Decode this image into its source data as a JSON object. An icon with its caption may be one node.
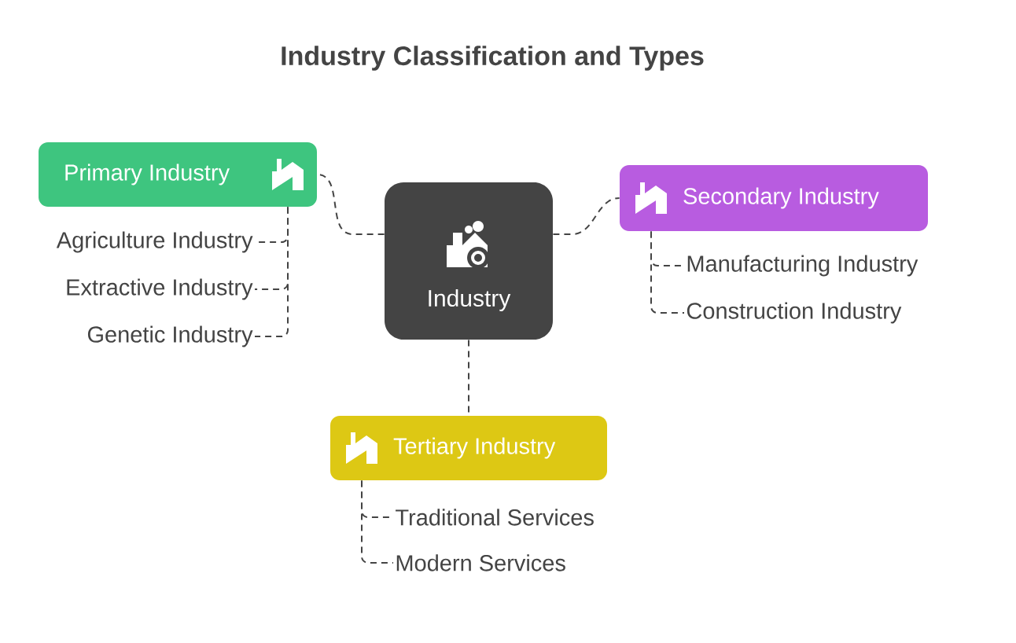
{
  "diagram": {
    "title": "Industry Classification and Types",
    "nodes": [
      {
        "text": [
          "Industry"
        ]
      },
      {
        "text": [
          "Primary Industry"
        ]
      },
      {
        "text": [
          "Agriculture Industry"
        ]
      },
      {
        "text": [
          "Extractive Industry"
        ]
      },
      {
        "text": [
          "Genetic Industry"
        ]
      },
      {
        "text": [
          "Secondary Industry"
        ]
      },
      {
        "text": [
          "Manufacturing Industry"
        ]
      },
      {
        "text": [
          "Construction Industry"
        ]
      },
      {
        "text": [
          "Tertiary Industry"
        ]
      },
      {
        "text": [
          "Traditional Services"
        ]
      },
      {
        "text": [
          "Modern Services"
        ]
      }
    ],
    "edges": [
      {
        "from": 0,
        "to": 1,
        "arrow": "none"
      },
      {
        "from": 1,
        "to": 2,
        "arrow": "none"
      },
      {
        "from": 1,
        "to": 3,
        "arrow": "none"
      },
      {
        "from": 1,
        "to": 4,
        "arrow": "none"
      },
      {
        "from": 0,
        "to": 5,
        "arrow": "none"
      },
      {
        "from": 5,
        "to": 6,
        "arrow": "none"
      },
      {
        "from": 5,
        "to": 7,
        "arrow": "none"
      },
      {
        "from": 0,
        "to": 8,
        "arrow": "none"
      },
      {
        "from": 8,
        "to": 9,
        "arrow": "none"
      },
      {
        "from": 8,
        "to": 10,
        "arrow": "none"
      }
    ]
  }
}
